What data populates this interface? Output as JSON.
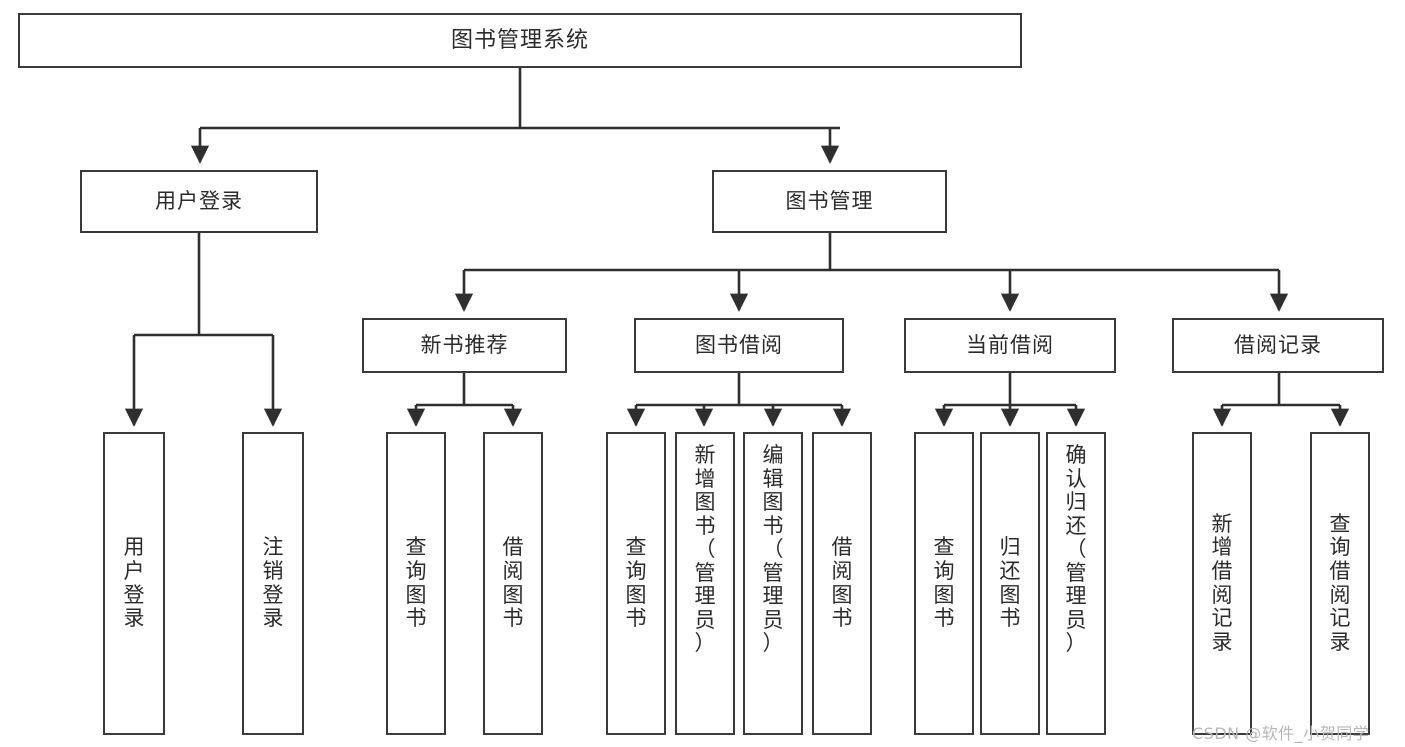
{
  "diagram": {
    "title": "图书管理系统",
    "type": "tree",
    "orientation": "top-down",
    "colors": {
      "box_border": "#3a3a3a",
      "box_fill": "#ffffff",
      "edge": "#2f2f2f",
      "text": "#2b2b2b",
      "watermark": "#b7b7b7",
      "background": "#ffffff"
    },
    "root": {
      "id": "root",
      "label": "图书管理系统"
    },
    "level2": [
      {
        "id": "user-login",
        "label": "用户登录"
      },
      {
        "id": "book-manage",
        "label": "图书管理"
      }
    ],
    "level3": [
      {
        "id": "new-book-recommend",
        "label": "新书推荐",
        "parent": "book-manage"
      },
      {
        "id": "book-borrow",
        "label": "图书借阅",
        "parent": "book-manage"
      },
      {
        "id": "current-borrow",
        "label": "当前借阅",
        "parent": "book-manage"
      },
      {
        "id": "borrow-record",
        "label": "借阅记录",
        "parent": "book-manage"
      }
    ],
    "leaves": [
      {
        "id": "leaf-user-login",
        "label": "用户登录",
        "vertical": "用\n户\n登\n录",
        "parent": "user-login"
      },
      {
        "id": "leaf-logout",
        "label": "注销登录",
        "vertical": "注\n销\n登\n录",
        "parent": "user-login"
      },
      {
        "id": "leaf-query-book-1",
        "label": "查询图书",
        "vertical": "查\n询\n图\n书",
        "parent": "new-book-recommend"
      },
      {
        "id": "leaf-borrow-book-1",
        "label": "借阅图书",
        "vertical": "借\n阅\n图\n书",
        "parent": "new-book-recommend"
      },
      {
        "id": "leaf-query-book-2",
        "label": "查询图书",
        "vertical": "查\n询\n图\n书",
        "parent": "book-borrow"
      },
      {
        "id": "leaf-add-book",
        "label": "新增图书（管理员）",
        "vertical": "新\n增\n图\n书\n（\n管\n理\n员\n）",
        "parent": "book-borrow"
      },
      {
        "id": "leaf-edit-book",
        "label": "编辑图书（管理员）",
        "vertical": "编\n辑\n图\n书\n（\n管\n理\n员\n）",
        "parent": "book-borrow"
      },
      {
        "id": "leaf-borrow-book-2",
        "label": "借阅图书",
        "vertical": "借\n阅\n图\n书",
        "parent": "book-borrow"
      },
      {
        "id": "leaf-query-book-3",
        "label": "查询图书",
        "vertical": "查\n询\n图\n书",
        "parent": "current-borrow"
      },
      {
        "id": "leaf-return-book",
        "label": "归还图书",
        "vertical": "归\n还\n图\n书",
        "parent": "current-borrow"
      },
      {
        "id": "leaf-confirm-return",
        "label": "确认归还（管理员）",
        "vertical": "确\n认\n归\n还\n（\n管\n理\n员\n）",
        "parent": "current-borrow"
      },
      {
        "id": "leaf-add-record",
        "label": "新增借阅记录",
        "vertical": "新\n增\n借\n阅\n记\n录",
        "parent": "borrow-record"
      },
      {
        "id": "leaf-query-record",
        "label": "查询借阅记录",
        "vertical": "查\n询\n借\n阅\n记\n录",
        "parent": "borrow-record"
      }
    ]
  },
  "watermark": {
    "text": "CSDN @软件_小贺同学"
  }
}
